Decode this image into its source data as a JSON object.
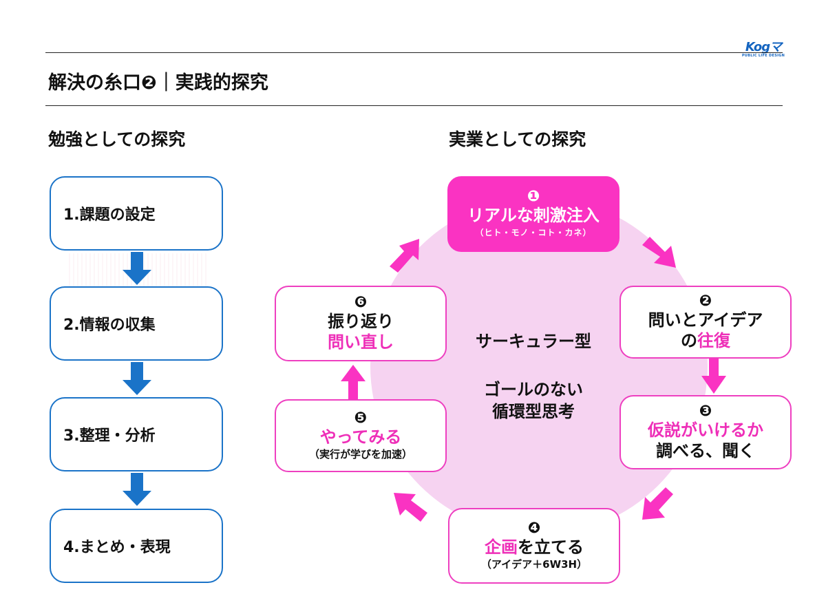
{
  "logo": {
    "mark": "Kogマ",
    "tagline": "PUBLIC LIFE DESIGN"
  },
  "page_title": "解決の糸口❷｜実践的探究",
  "left": {
    "title": "勉強としての探究",
    "steps": [
      "1.課題の設定",
      "2.情報の収集",
      "3.整理・分析",
      "4.まとめ・表現"
    ]
  },
  "right": {
    "title": "実業としての探究",
    "center": {
      "line1": "サーキュラー型",
      "line2": "ゴールのない",
      "line3": "循環型思考"
    },
    "steps": [
      {
        "num": "❶",
        "main": "リアルな刺激注入",
        "sub": "（ヒト・モノ・コト・カネ）"
      },
      {
        "num": "❷",
        "main_a": "問いとアイデア",
        "main_b_plain": "の",
        "main_b_pink": "往復"
      },
      {
        "num": "❸",
        "main_pink": "仮説がいけるか",
        "main_plain": "調べる、聞く"
      },
      {
        "num": "❹",
        "main_pink": "企画",
        "main_plain": "を立てる",
        "sub": "（アイデア＋6W3H）"
      },
      {
        "num": "❺",
        "main_pink": "やってみる",
        "sub": "（実行が学びを加速）"
      },
      {
        "num": "❻",
        "main_plain": "振り返り",
        "main_pink": "問い直し"
      }
    ]
  },
  "colors": {
    "blue": "#1a73c8",
    "pink": "#fa33c2",
    "pink_light": "#f6d3f1"
  }
}
